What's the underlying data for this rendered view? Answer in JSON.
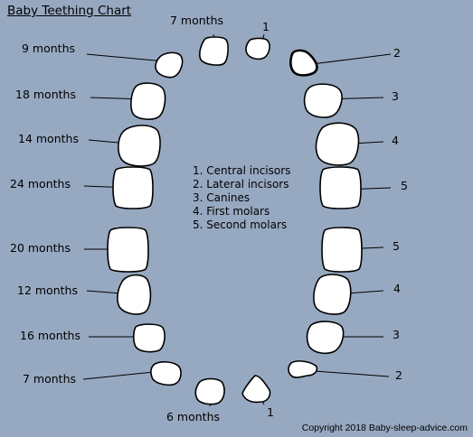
{
  "title": "Baby Teething Chart",
  "labels": {
    "upper_top_left": "7 months",
    "upper_top_right": "1",
    "upper_2_left": "9 months",
    "upper_2_right": "2",
    "upper_3_left": "18 months",
    "upper_3_right": "3",
    "upper_4_left": "14 months",
    "upper_4_right": "4",
    "upper_5_left": "24 months",
    "upper_5_right": "5",
    "lower_5_left": "20 months",
    "lower_5_right": "5",
    "lower_4_left": "12 months",
    "lower_4_right": "4",
    "lower_3_left": "16 months",
    "lower_3_right": "3",
    "lower_2_left": "7 months",
    "lower_2_right": "2",
    "lower_bottom_left": "6 months",
    "lower_bottom_right": "1"
  },
  "legend": [
    "1. Central incisors",
    "2. Lateral incisors",
    "3. Canines",
    "4. First molars",
    "5. Second molars"
  ],
  "copyright": "Copyright 2018 Baby-sleep-advice.com"
}
